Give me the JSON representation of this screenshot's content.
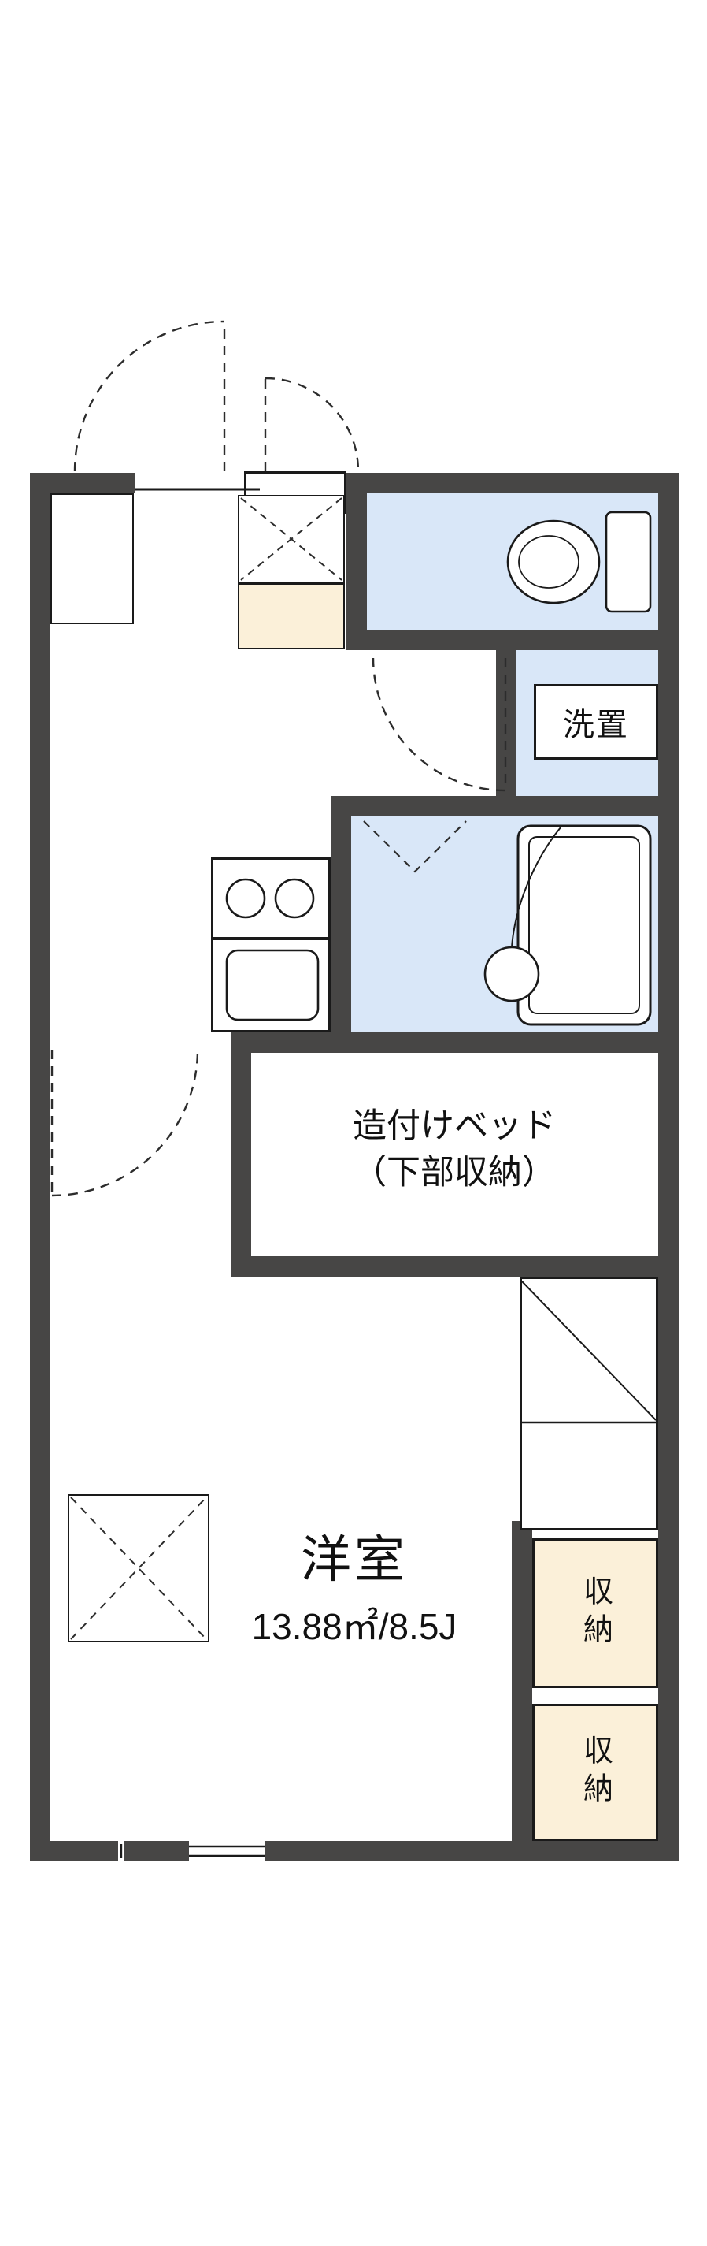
{
  "colors": {
    "wall": "#474645",
    "water": "#d9e7f8",
    "cream": "#fbf0d9",
    "line": "#1a1a1a",
    "text": "#111111"
  },
  "plan": {
    "laundry_label": "洗置",
    "bed": {
      "line1": "造付けベッド",
      "line2": "（下部収納）"
    },
    "main_room": {
      "name": "洋室",
      "area": "13.88㎡/8.5J"
    },
    "storage_upper": "収納",
    "storage_lower": "収納"
  }
}
